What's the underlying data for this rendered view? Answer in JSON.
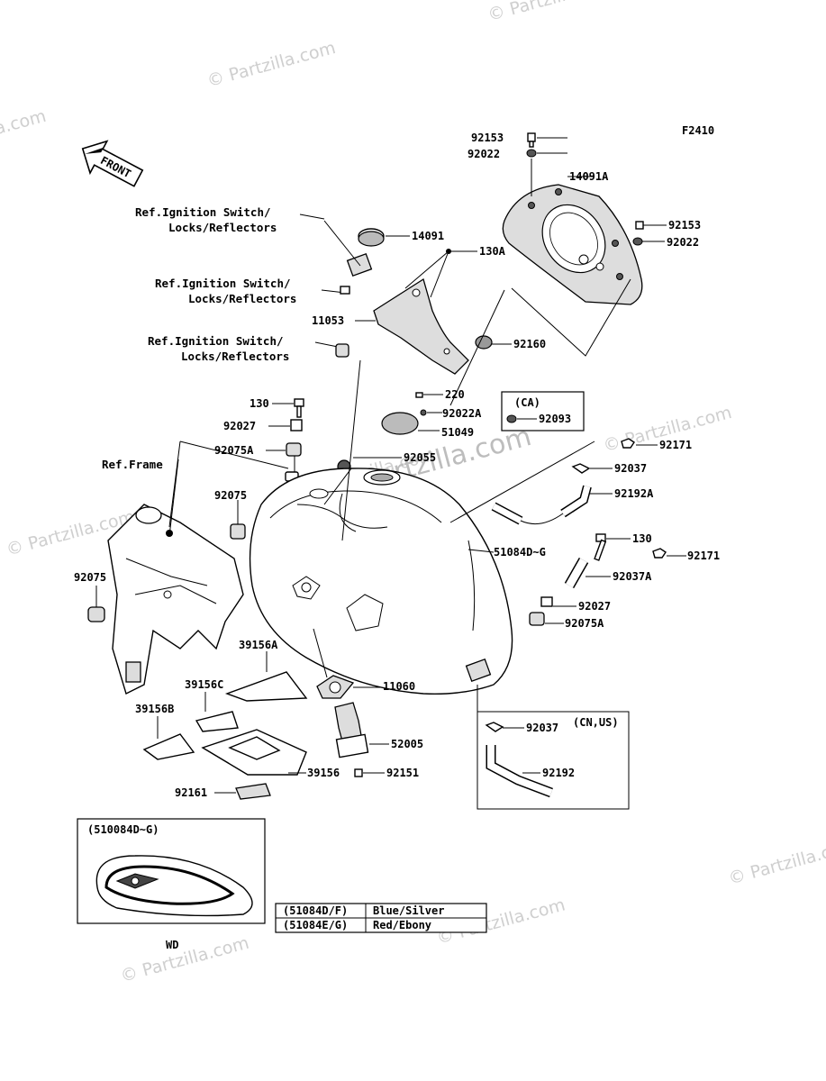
{
  "figure_code": "F2410",
  "front_label": "FRONT",
  "watermarks": [
    "© Partzilla.com",
    "© Partzilla.com",
    "© Partzilla.com",
    "© Partzilla.com",
    "© Partzilla.com",
    "© Partzilla.com",
    "© Partzilla.com",
    "© Partzilla.com",
    "© Partzilla.com",
    "Partzilla.com"
  ],
  "references": {
    "ign1_line1": "Ref.Ignition Switch/",
    "ign1_line2": "Locks/Reflectors",
    "ign2_line1": "Ref.Ignition Switch/",
    "ign2_line2": "Locks/Reflectors",
    "ign3_line1": "Ref.Ignition Switch/",
    "ign3_line2": "Locks/Reflectors",
    "frame": "Ref.Frame"
  },
  "parts": {
    "p92153_top": "92153",
    "p92022_top": "92022",
    "p14091A": "14091A",
    "p92153_r": "92153",
    "p92022_r": "92022",
    "p14091": "14091",
    "p130A": "130A",
    "p11053": "11053",
    "p92160": "92160",
    "p220": "220",
    "p130_l": "130",
    "p92022A": "92022A",
    "p92093": "92093",
    "p92027_l": "92027",
    "p51049": "51049",
    "p92075A_l": "92075A",
    "p92055": "92055",
    "p92171_t": "92171",
    "p92037": "92037",
    "p92192A": "92192A",
    "p92075_l": "92075",
    "p51084D_G": "51084D~G",
    "p130_r": "130",
    "p92171_b": "92171",
    "p92037A": "92037A",
    "p92075_far": "92075",
    "p92027_r": "92027",
    "p92075A_r": "92075A",
    "p39156A": "39156A",
    "p11060": "11060",
    "p39156C": "39156C",
    "p39156B": "39156B",
    "p92037_b": "92037",
    "p52005": "52005",
    "p39156": "39156",
    "p92151": "92151",
    "p92192": "92192",
    "p92161": "92161"
  },
  "boxes": {
    "ca_label": "(CA)",
    "cnus_label": "(CN,US)",
    "wd_box_label": "(510084D~G)",
    "wd_caption": "WD"
  },
  "color_table": {
    "rows": [
      {
        "code": "(51084D/F)",
        "color": "Blue/Silver"
      },
      {
        "code": "(51084E/G)",
        "color": "Red/Ebony"
      }
    ]
  }
}
